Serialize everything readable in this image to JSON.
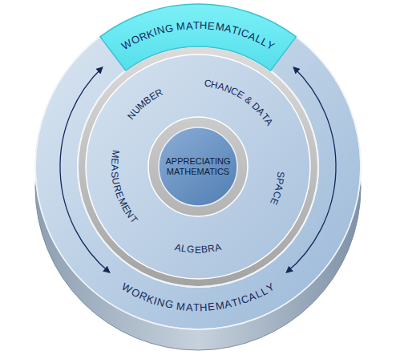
{
  "diagram": {
    "nodes": [
      {
        "text": [
          "WORKING MATHEMATICALLY"
        ]
      },
      {
        "text": [
          "WORKING MATHEMATICALLY"
        ],
        "in": 0
      },
      {
        "text": [
          "NUMBER",
          "CHANCE & DATA",
          "SPACE",
          "ALGEBRA",
          "MEASUREMENT"
        ],
        "in": 0
      },
      {
        "text": [
          "APPRECIATING MATHEMATICS"
        ],
        "in": 2
      }
    ]
  }
}
